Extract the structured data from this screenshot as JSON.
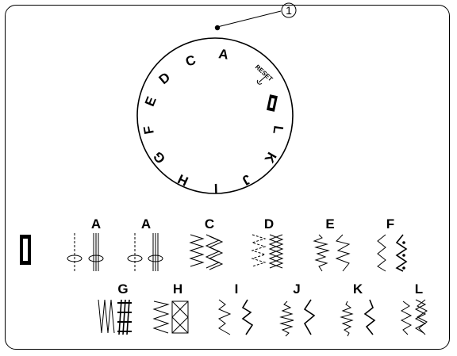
{
  "callout": {
    "number": "1"
  },
  "dial": {
    "letters": [
      "A",
      "C",
      "D",
      "E",
      "F",
      "G",
      "H",
      "I",
      "J",
      "K",
      "L"
    ],
    "reset_label": "RESET"
  },
  "patterns_row1": [
    "A",
    "A",
    "C",
    "D",
    "E",
    "F"
  ],
  "patterns_row2": [
    "G",
    "H",
    "I",
    "J",
    "K",
    "L"
  ]
}
